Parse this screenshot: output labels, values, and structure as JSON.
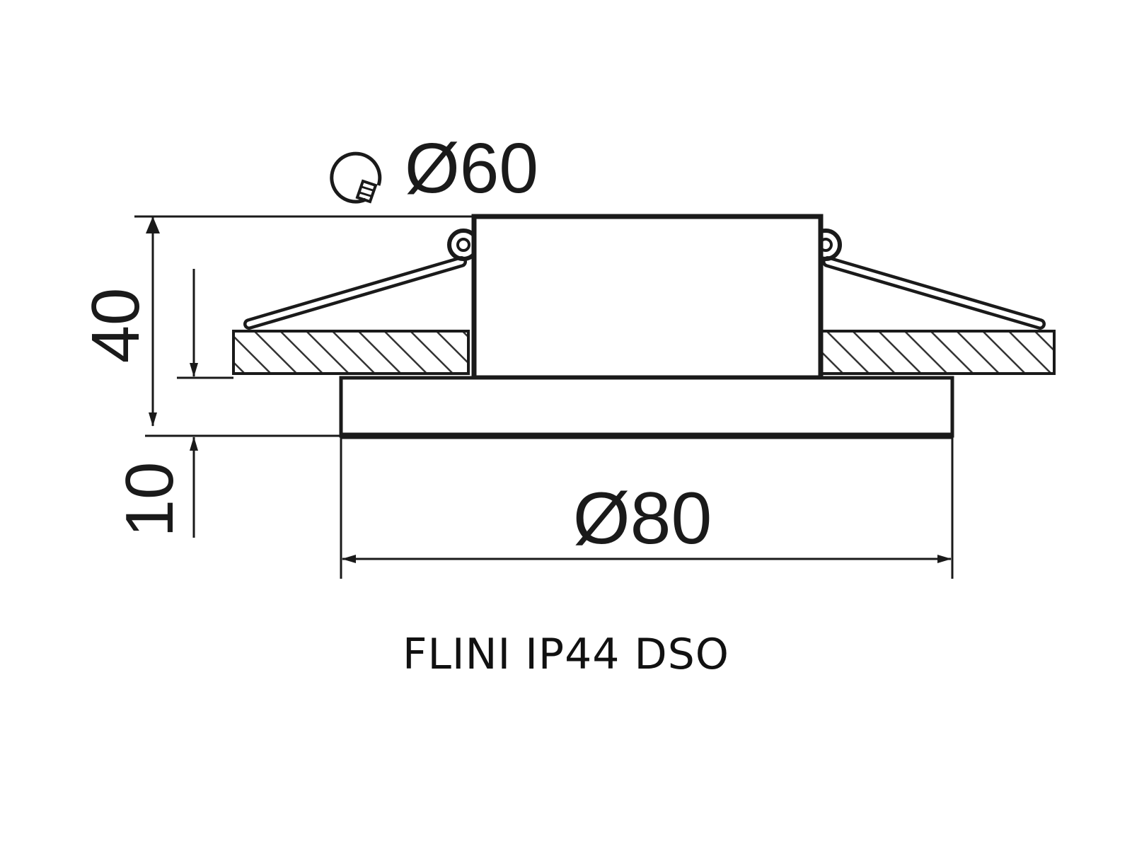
{
  "diagram": {
    "ink_color": "#1a1a1a",
    "hatch_color": "#333333",
    "labels": {
      "cutout_diameter": "Ø60",
      "total_height": "40",
      "trim_height": "10",
      "trim_diameter": "Ø80"
    },
    "icons": {
      "cutout": "hole-saw-icon"
    }
  },
  "caption": "FLINI IP44 DSO"
}
